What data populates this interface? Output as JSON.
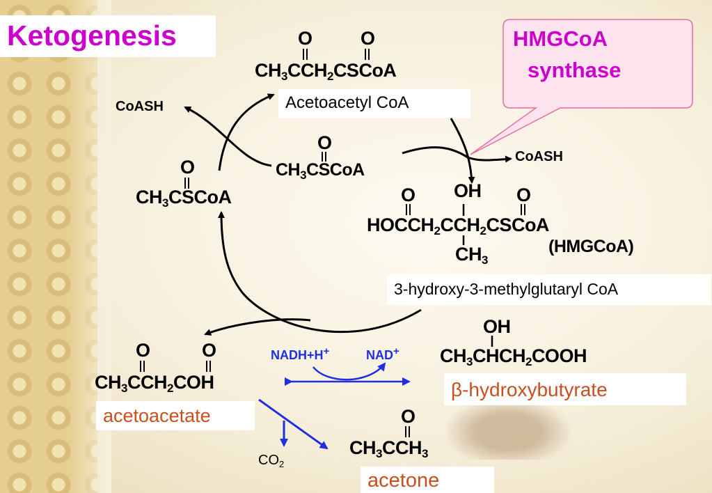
{
  "title": "Ketogenesis",
  "enzyme_callout": {
    "line1": "HMGCoA",
    "line2": "synthase"
  },
  "acetoacetyl_coa": {
    "oxygen_left": "O",
    "oxygen_right": "O",
    "formula_parts": [
      "CH",
      "3",
      "CCH",
      "2",
      "CSCoA"
    ],
    "label": "Acetoacetyl CoA"
  },
  "acetyl_coa_left": {
    "oxygen": "O",
    "formula_parts": [
      "CH",
      "3",
      "CSCoA"
    ]
  },
  "acetyl_coa_mid": {
    "oxygen": "O",
    "formula_parts": [
      "CH",
      "3",
      "CSCoA"
    ]
  },
  "coash_left": "CoASH",
  "coash_right": "CoASH",
  "hmgcoa": {
    "oxygen_left": "O",
    "hydroxyl": "OH",
    "oxygen_right": "O",
    "formula_parts": [
      "HOCCH",
      "2",
      "CCH",
      "2",
      "CSCoA"
    ],
    "methyl_parts": [
      "CH",
      "3"
    ],
    "abbrev": "(HMGCoA)",
    "label": "3-hydroxy-3-methylglutaryl CoA"
  },
  "acetoacetate": {
    "oxygen_left": "O",
    "oxygen_right": "O",
    "formula_parts": [
      "CH",
      "3",
      "CCH",
      "2",
      "COH"
    ],
    "label": "acetoacetate"
  },
  "redox": {
    "nadh_parts": [
      "NADH+H",
      "+"
    ],
    "nad_parts": [
      "NAD",
      "+"
    ]
  },
  "beta_hydroxybutyrate": {
    "hydroxyl": "OH",
    "formula_parts": [
      "CH",
      "3",
      "CHCH",
      "2",
      "COOH"
    ],
    "label": "β-hydroxybutyrate"
  },
  "acetone": {
    "oxygen": "O",
    "formula_parts": [
      "CH",
      "3",
      "CCH",
      "3"
    ],
    "label": "acetone"
  },
  "co2_parts": [
    "CO",
    "2"
  ],
  "colors": {
    "title": "#cc00cc",
    "callout_text": "#cc00cc",
    "callout_fill": "#fde3ee",
    "callout_border": "#e86aa0",
    "label_orange": "#c8501e",
    "blue": "#1f2fe0",
    "black": "#000000"
  }
}
